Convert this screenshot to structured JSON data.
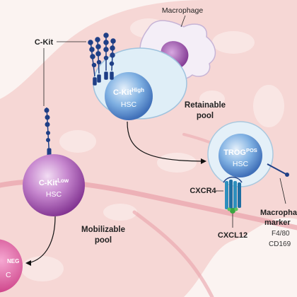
{
  "labels": {
    "macrophage": "Macrophage",
    "c_kit": "C-Kit",
    "c_kit_high_main": "C-Kit",
    "c_kit_high_sup": "High",
    "c_kit_high_sub": "HSC",
    "retainable_1": "Retainable",
    "retainable_2": "pool",
    "trog_main": "TROG",
    "trog_sup": "POS",
    "trog_sub": "HSC",
    "cxcr4": "CXCR4",
    "cxcl12": "CXCL12",
    "c_kit_low_main": "C-Kit",
    "c_kit_low_sup": "Low",
    "c_kit_low_sub": "HSC",
    "mobilizable_1": "Mobilizable",
    "mobilizable_2": "pool",
    "macrophage_marker_1": "Macrophag",
    "macrophage_marker_2": "marker",
    "f480": "F4/80",
    "cd169": "CD169",
    "neg_main": "NEG",
    "neg_sub": "C"
  },
  "colors": {
    "background": "#fbf3f1",
    "tissue": "#f3c9c7",
    "tissue_light": "#f8dedc",
    "vessel": "#e79aa2",
    "cell_light_blue": "#dcecf6",
    "cell_blue": "#5b8fce",
    "cell_purple": "#8d3b99",
    "receptor_navy": "#1f3f86",
    "cxcr4_teal": "#2d8fbd",
    "cxcl12_green": "#3aa640",
    "neg_pink": "#d6479b"
  }
}
